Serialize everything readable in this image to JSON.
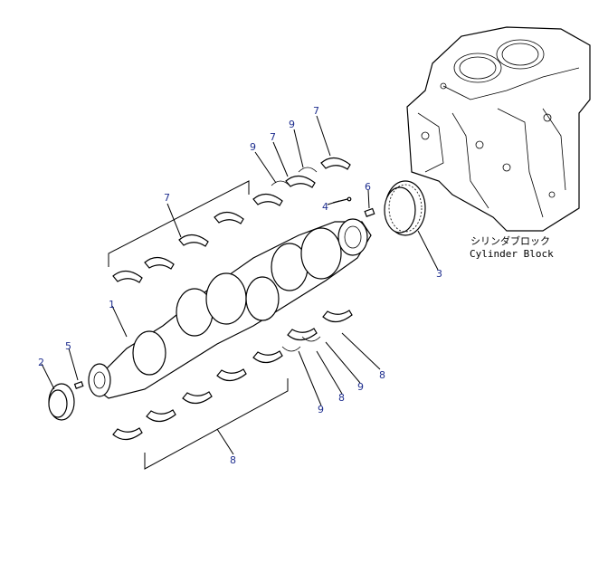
{
  "block_label": {
    "japanese": "シリンダブロック",
    "english": "Cylinder Block"
  },
  "callouts": [
    {
      "id": "c1",
      "text": "1"
    },
    {
      "id": "c2",
      "text": "2"
    },
    {
      "id": "c3",
      "text": "3"
    },
    {
      "id": "c4",
      "text": "4"
    },
    {
      "id": "c5",
      "text": "5"
    },
    {
      "id": "c6",
      "text": "6"
    },
    {
      "id": "c7a",
      "text": "7"
    },
    {
      "id": "c7b",
      "text": "7"
    },
    {
      "id": "c7c",
      "text": "7"
    },
    {
      "id": "c9a",
      "text": "9"
    },
    {
      "id": "c9b",
      "text": "9"
    },
    {
      "id": "c8a",
      "text": "8"
    },
    {
      "id": "c8b",
      "text": "8"
    },
    {
      "id": "c9c",
      "text": "9"
    },
    {
      "id": "c8c",
      "text": "8"
    },
    {
      "id": "c9d",
      "text": "9"
    }
  ],
  "colors": {
    "callout": "#1f2f8f",
    "line": "#000000",
    "background": "#ffffff"
  }
}
